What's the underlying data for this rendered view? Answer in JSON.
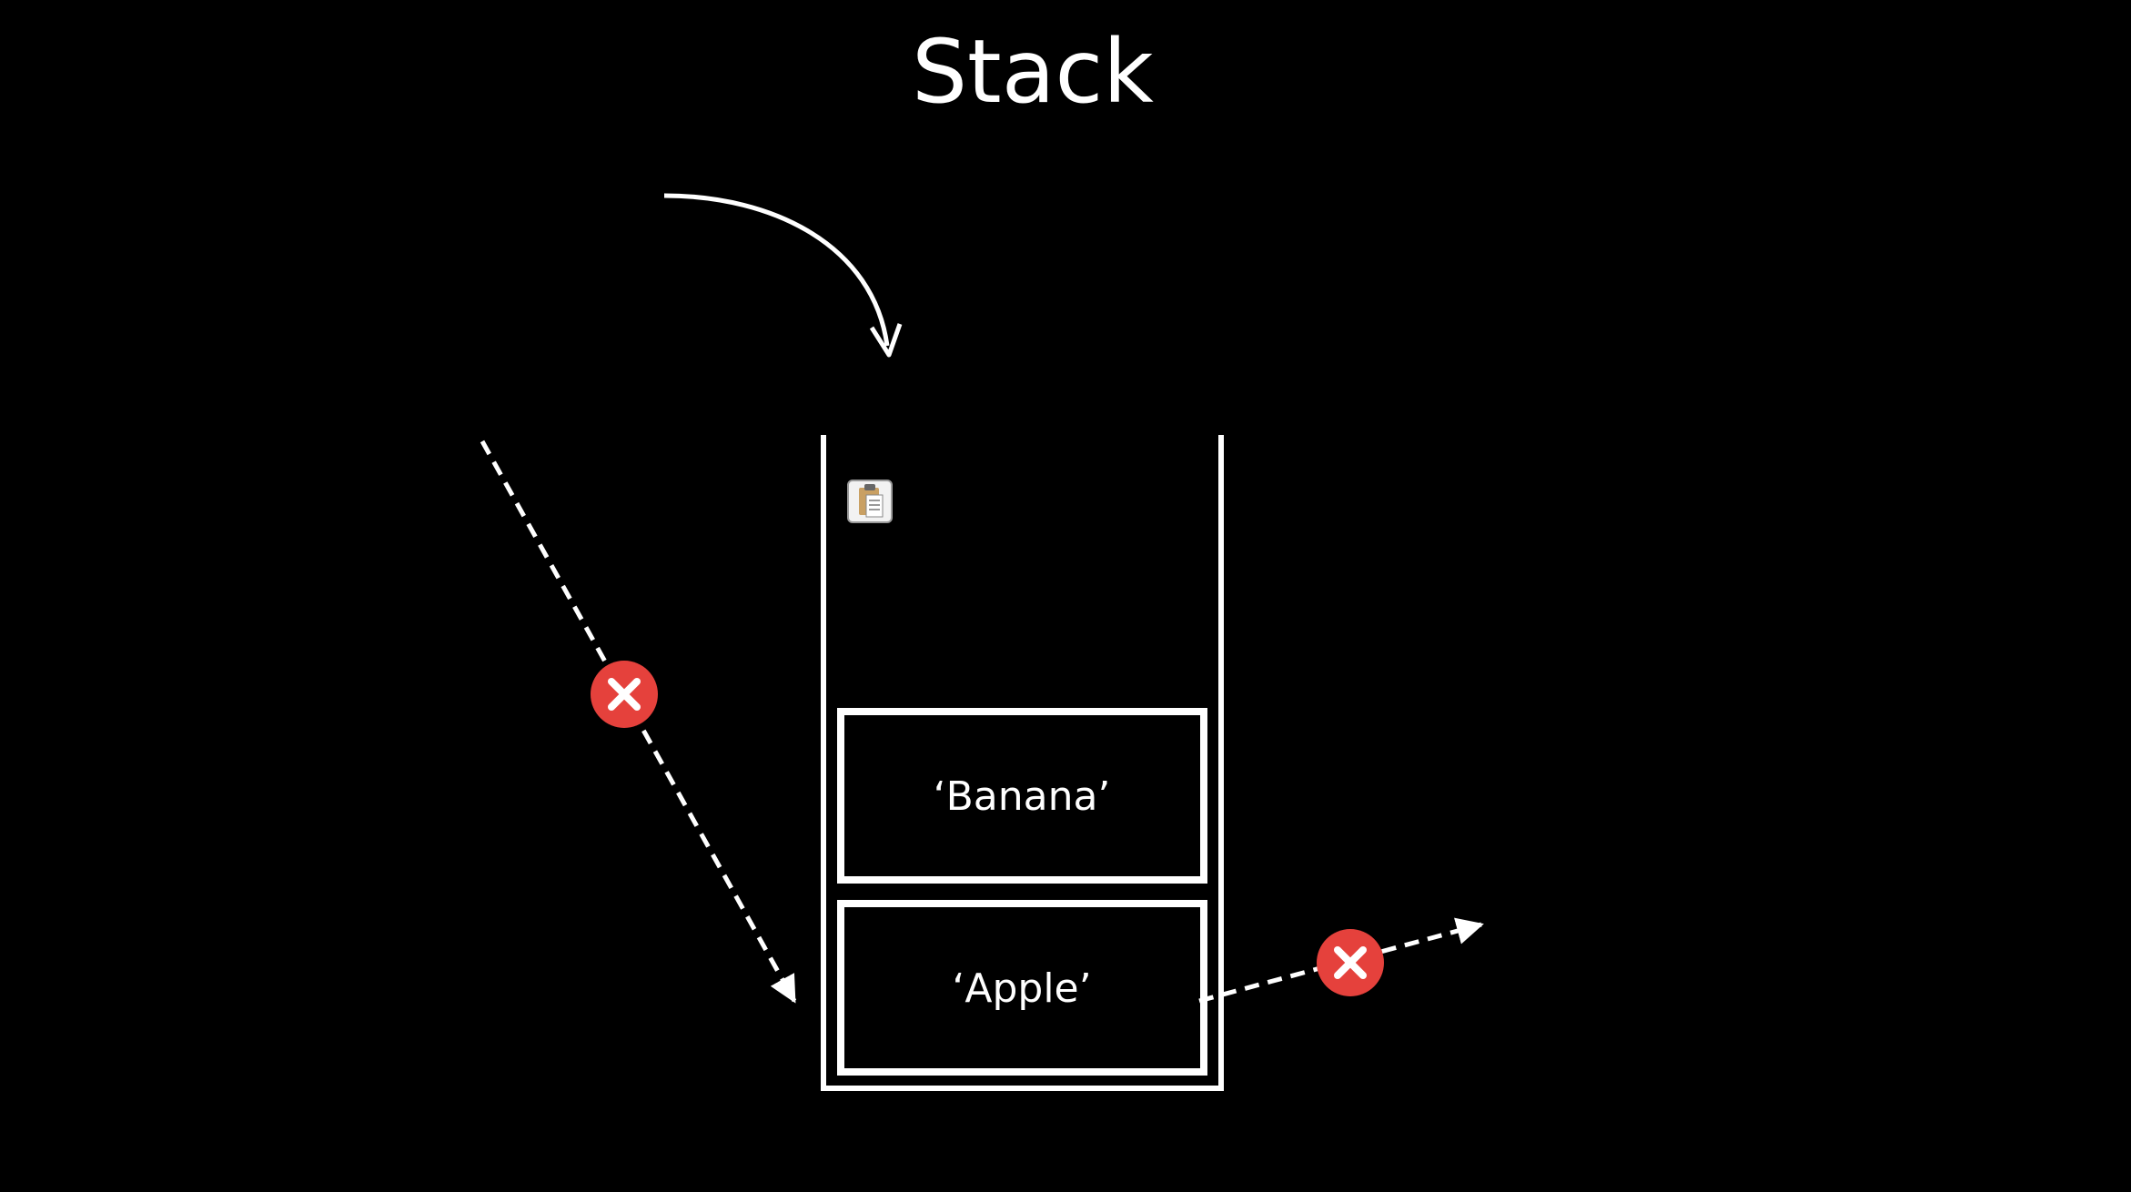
{
  "title": "Stack",
  "stack": {
    "items": [
      {
        "label": "‘Banana’"
      },
      {
        "label": "‘Apple’"
      }
    ]
  },
  "icons": {
    "push_arrow": "curved-arrow-down-icon",
    "insert_bottom_blocked": "error-x-icon",
    "remove_bottom_blocked": "error-x-icon",
    "paste": "clipboard-icon"
  },
  "colors": {
    "background": "#000000",
    "foreground": "#ffffff",
    "error": "#e5413c"
  }
}
